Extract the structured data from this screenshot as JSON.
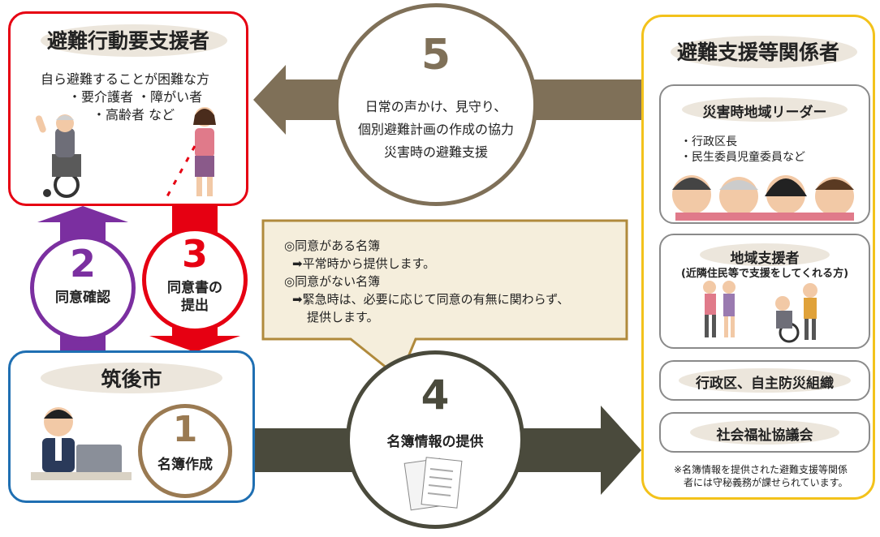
{
  "evacuee": {
    "title": "避難行動要支援者",
    "desc_line1": "自ら避難することが困難な方",
    "desc_line2": "・要介護者 ・障がい者",
    "desc_line3": "・高齢者 など"
  },
  "step5": {
    "number": "5",
    "line1": "日常の声かけ、見守り、",
    "line2": "個別避難計画の作成の協力",
    "line3": "災害時の避難支援"
  },
  "supporters": {
    "title": "避難支援等関係者",
    "leader": {
      "title": "災害時地域リーダー",
      "item1": "・行政区長",
      "item2": "・民生委員児童委員など"
    },
    "local": {
      "title": "地域支援者",
      "subtitle": "(近隣住民等で支援をしてくれる方)"
    },
    "district": "行政区、自主防災組織",
    "welfare": "社会福祉協議会",
    "note_line1": "※名簿情報を提供された避難支援等関係",
    "note_line2": "者には守秘義務が課せられています。"
  },
  "step2": {
    "number": "2",
    "label": "同意確認"
  },
  "step3": {
    "number": "3",
    "label_line1": "同意書の",
    "label_line2": "提出"
  },
  "callout": {
    "line1": "◎同意がある名簿",
    "line2": "➡平常時から提供します。",
    "line3": "◎同意がない名簿",
    "line4": "➡緊急時は、必要に応じて同意の有無に関わらず、",
    "line5": "提供します。"
  },
  "city": {
    "title": "筑後市"
  },
  "step1": {
    "number": "1",
    "label": "名簿作成"
  },
  "step4": {
    "number": "4",
    "label": "名簿情報の提供"
  },
  "colors": {
    "red": "#e60012",
    "purple": "#7b2fa0",
    "blue": "#1f6fb2",
    "yellow": "#f3c21b",
    "brown": "#9a7a52",
    "darkgray": "#4a4a3c",
    "arrow_top": "#7f7058",
    "callout_border": "#b08a3c",
    "callout_bg": "#f5eedc"
  }
}
